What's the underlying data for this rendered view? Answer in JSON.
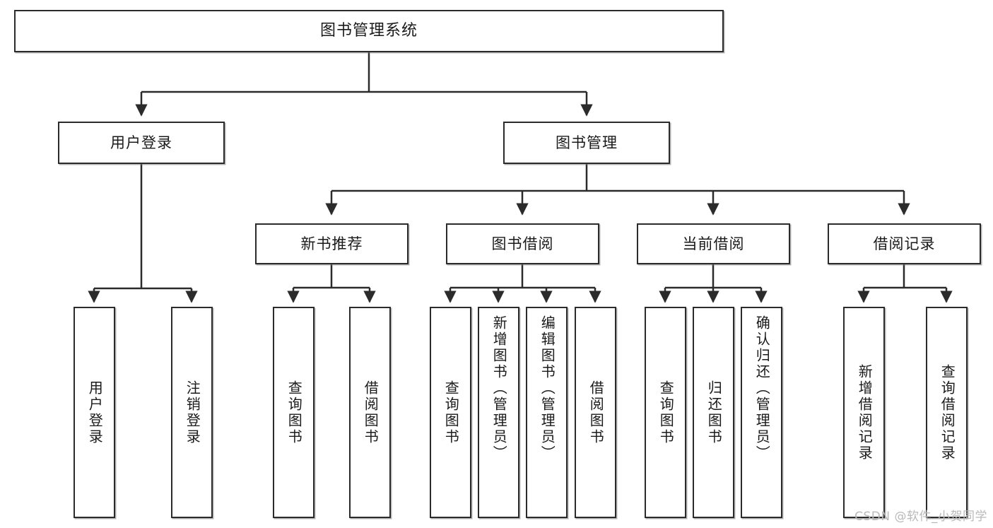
{
  "diagram": {
    "title": "图书管理系统",
    "type": "tree",
    "background": "#ffffff",
    "line_color": "#2b2b2b",
    "text_color": "#1a1a1a",
    "watermark": "CSDN @软件_小贺同学",
    "nodes": {
      "root": {
        "label": "图书管理系统",
        "level": 1
      },
      "user_login": {
        "label": "用户登录",
        "level": 2
      },
      "book_manage": {
        "label": "图书管理",
        "level": 2
      },
      "new_book_rec": {
        "label": "新书推荐",
        "level": 3
      },
      "book_borrow": {
        "label": "图书借阅",
        "level": 3
      },
      "current_borrow": {
        "label": "当前借阅",
        "level": 3
      },
      "borrow_record": {
        "label": "借阅记录",
        "level": 3
      },
      "leaf_user_login": {
        "label": "用户登录",
        "level": 4
      },
      "leaf_user_logout": {
        "label": "注销登录",
        "level": 4
      },
      "leaf_query_book_a": {
        "label": "查询图书",
        "level": 4
      },
      "leaf_borrow_book_a": {
        "label": "借阅图书",
        "level": 4
      },
      "leaf_query_book_b": {
        "label": "查询图书",
        "level": 4
      },
      "leaf_add_book": {
        "label": "新增图书（管理员）",
        "level": 4
      },
      "leaf_edit_book": {
        "label": "编辑图书（管理员）",
        "level": 4
      },
      "leaf_borrow_book_b": {
        "label": "借阅图书",
        "level": 4
      },
      "leaf_query_book_c": {
        "label": "查询图书",
        "level": 4
      },
      "leaf_return_book": {
        "label": "归还图书",
        "level": 4
      },
      "leaf_confirm_return": {
        "label": "确认归还（管理员）",
        "level": 4
      },
      "leaf_add_record": {
        "label": "新增借阅记录",
        "level": 4
      },
      "leaf_query_record": {
        "label": "查询借阅记录",
        "level": 4
      }
    },
    "edges": [
      {
        "from": "root",
        "to": "user_login"
      },
      {
        "from": "root",
        "to": "book_manage"
      },
      {
        "from": "user_login",
        "to": "leaf_user_login"
      },
      {
        "from": "user_login",
        "to": "leaf_user_logout"
      },
      {
        "from": "book_manage",
        "to": "new_book_rec"
      },
      {
        "from": "book_manage",
        "to": "book_borrow"
      },
      {
        "from": "book_manage",
        "to": "current_borrow"
      },
      {
        "from": "book_manage",
        "to": "borrow_record"
      },
      {
        "from": "new_book_rec",
        "to": "leaf_query_book_a"
      },
      {
        "from": "new_book_rec",
        "to": "leaf_borrow_book_a"
      },
      {
        "from": "book_borrow",
        "to": "leaf_query_book_b"
      },
      {
        "from": "book_borrow",
        "to": "leaf_add_book"
      },
      {
        "from": "book_borrow",
        "to": "leaf_edit_book"
      },
      {
        "from": "book_borrow",
        "to": "leaf_borrow_book_b"
      },
      {
        "from": "current_borrow",
        "to": "leaf_query_book_c"
      },
      {
        "from": "current_borrow",
        "to": "leaf_return_book"
      },
      {
        "from": "current_borrow",
        "to": "leaf_confirm_return"
      },
      {
        "from": "borrow_record",
        "to": "leaf_add_record"
      },
      {
        "from": "borrow_record",
        "to": "leaf_query_record"
      }
    ]
  }
}
